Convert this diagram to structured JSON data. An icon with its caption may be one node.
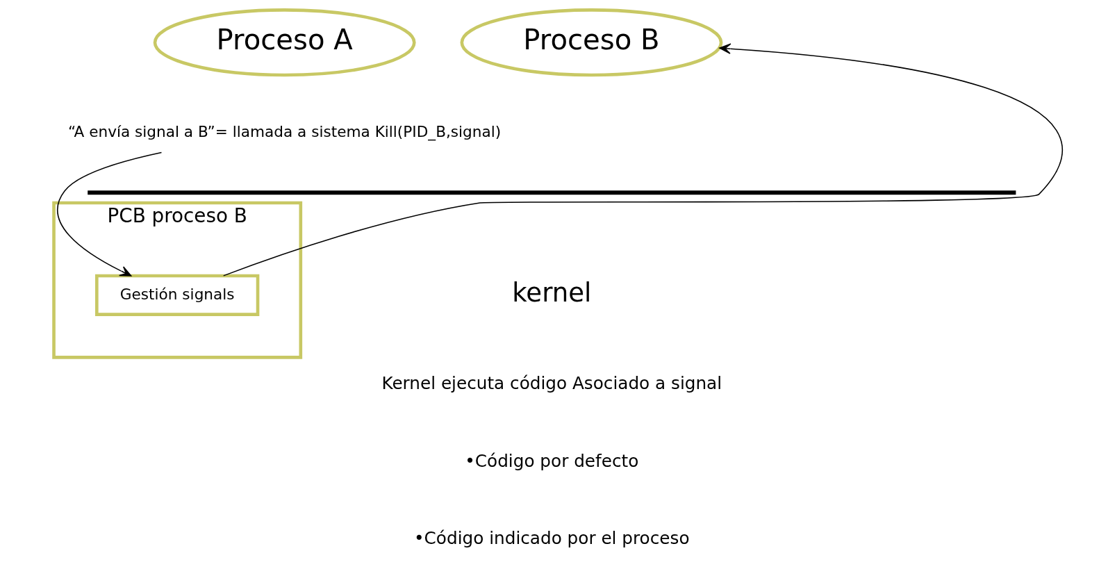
{
  "diagram": {
    "nodes": [
      {
        "text": [
          "Proceso A"
        ]
      },
      {
        "text": [
          "“A envía signal a B”= llamada a sistema Kill(PID_B,signal)"
        ]
      },
      {
        "text": [
          "Proceso B"
        ]
      },
      {
        "text": [
          "PCB proceso B"
        ]
      },
      {
        "text": [
          "Gestión signals"
        ],
        "in": 3
      }
    ],
    "edges": [
      {
        "from": 1,
        "to": 4,
        "arrow": "to"
      },
      {
        "from": 4,
        "to": 2,
        "arrow": "to"
      }
    ],
    "labels": [
      "kernel",
      "Kernel ejecuta código Asociado a signal",
      "•Código por defecto",
      "•Código indicado por el proceso"
    ]
  }
}
